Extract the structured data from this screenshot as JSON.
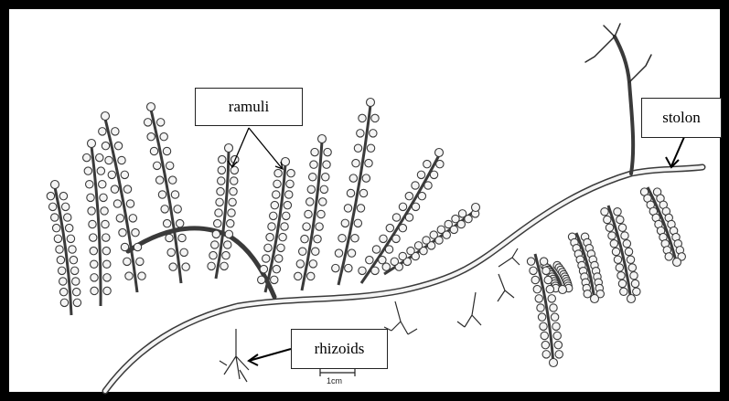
{
  "labels": {
    "ramuli": "ramuli",
    "stolon": "stolon",
    "rhizoids": "rhizoids"
  },
  "scale_bar": "1cm",
  "colors": {
    "frame": "#000000",
    "ink": "#2b2b2b",
    "fill": "#f4f4f4"
  }
}
